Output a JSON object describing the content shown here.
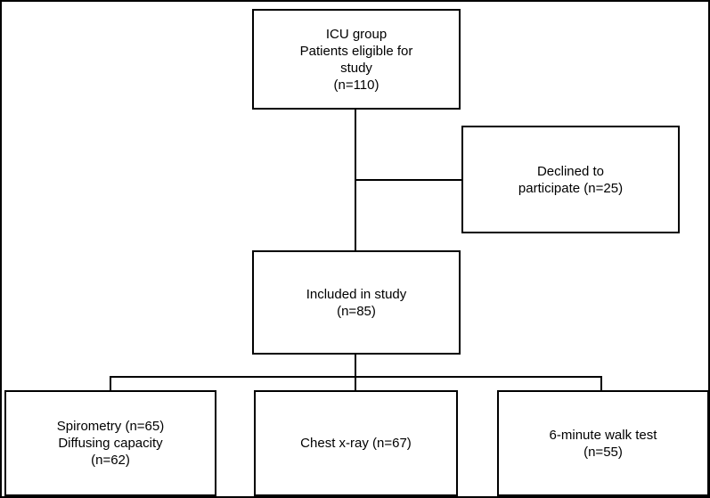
{
  "diagram": {
    "type": "flowchart",
    "title": "ICU group patient flow",
    "colors": {
      "line": "#000000",
      "box_border": "#000000",
      "background": "#ffffff",
      "text": "#000000"
    },
    "boxes": {
      "eligible": {
        "lines": [
          "ICU group",
          "Patients eligible for",
          "study",
          "(n=110)"
        ]
      },
      "declined": {
        "lines": [
          "Declined to",
          "participate (n=25)"
        ]
      },
      "included": {
        "lines": [
          "Included in study",
          "(n=85)"
        ]
      },
      "spirometry": {
        "lines": [
          "Spirometry (n=65)",
          "Diffusing capacity",
          "(n=62)"
        ]
      },
      "chest_xray": {
        "lines": [
          "Chest x-ray (n=67)"
        ]
      },
      "walk_test": {
        "lines": [
          "6-minute walk test",
          "(n=55)"
        ]
      }
    }
  }
}
